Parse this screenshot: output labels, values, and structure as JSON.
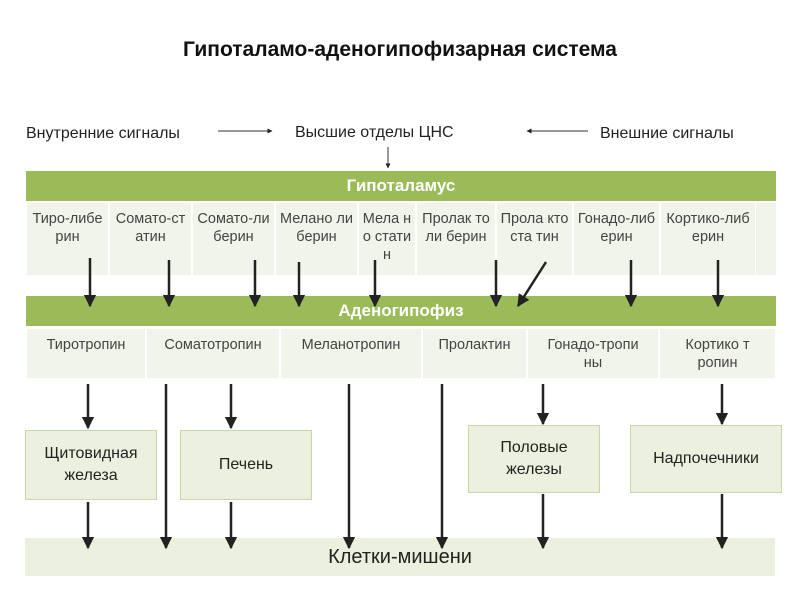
{
  "title": "Гипоталамо-аденогипофизарная система",
  "signals": {
    "internal": "Внутренние сигналы",
    "cns": "Высшие отделы ЦНС",
    "external": "Внешние сигналы"
  },
  "hypothalamus": {
    "label": "Гипоталамус",
    "hormones": [
      "Тиро-либерин",
      "Сомато-статин",
      "Сомато-либерин",
      "Мелано либерин",
      "Мела но статин",
      "Пролак толи берин",
      "Прола ктоста тин",
      "Гонадо-либерин",
      "Кортико-либерин"
    ]
  },
  "adenohypophysis": {
    "label": "Аденогипофиз",
    "hormones": [
      "Тиротропин",
      "Соматотропин",
      "Меланотропин",
      "Пролактин",
      "Гонадо-тропины",
      "Кортико тропин"
    ]
  },
  "organs": {
    "thyroid": "Щитовидная железа",
    "liver": "Печень",
    "gonads": "Половые железы",
    "adrenals": "Надпочечники"
  },
  "targets": "Клетки-мишени",
  "colors": {
    "bar": "#9bbb59",
    "row": "#f1f4ea",
    "box": "#ebf1de"
  }
}
